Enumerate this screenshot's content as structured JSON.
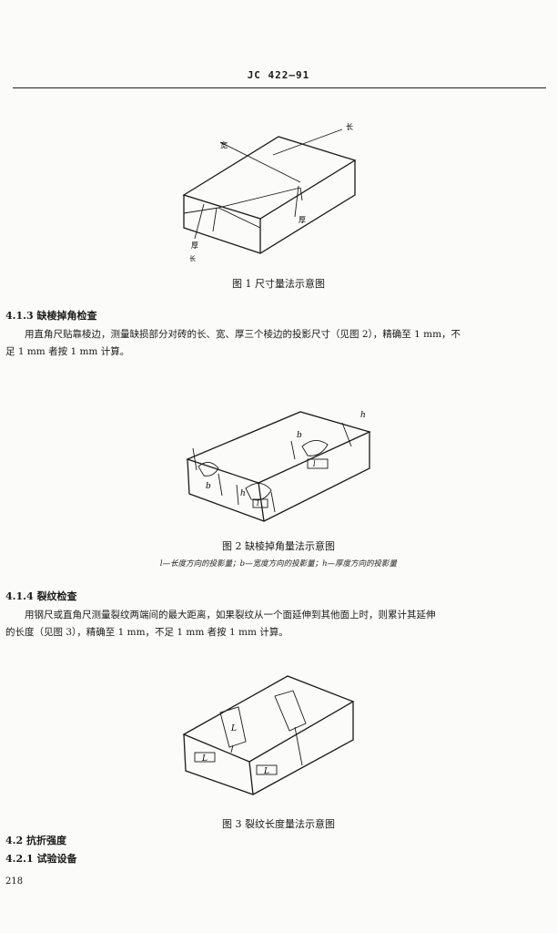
{
  "header": "JC 422—91",
  "figure1": {
    "caption": "图 1   尺寸量法示意图",
    "labels": {
      "length": "长",
      "width": "宽",
      "thickness": "厚"
    }
  },
  "section_4_1_3": {
    "heading": "4.1.3   缺棱掉角检查",
    "line1": "用直角尺贴靠棱边，测量缺损部分对砖的长、宽、厚三个棱边的投影尺寸（见图 2），精确至 1 mm，不",
    "line2": "足 1 mm 者按 1 mm 计算。"
  },
  "figure2": {
    "caption": "图 2   缺棱掉角量法示意图",
    "note": "l—长度方向的投影量；b—宽度方向的投影量；h—厚度方向的投影量",
    "labels": {
      "l": "l",
      "b": "b",
      "h": "h"
    }
  },
  "section_4_1_4": {
    "heading": "4.1.4   裂纹检查",
    "line1": "用钢尺或直角尺测量裂纹两端间的最大距离，如果裂纹从一个面延伸到其他面上时，则累计其延伸",
    "line2": "的长度（见图 3），精确至 1 mm，不足 1 mm 者按 1 mm 计算。"
  },
  "figure3": {
    "caption": "图 3   裂纹长度量法示意图",
    "labels": {
      "l": "L"
    }
  },
  "section_4_2": {
    "heading": "4.2   抗折强度"
  },
  "section_4_2_1": {
    "heading": "4.2.1   试验设备"
  },
  "page_number": "218"
}
